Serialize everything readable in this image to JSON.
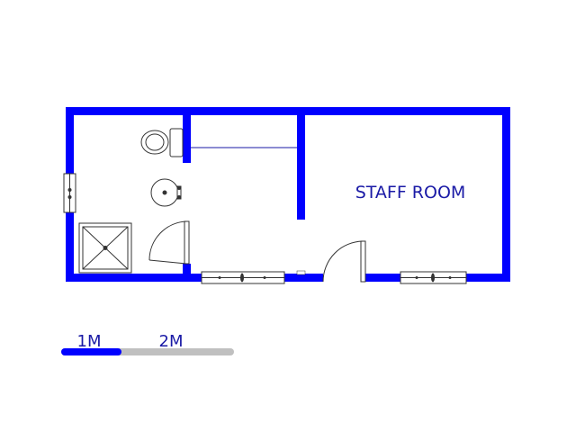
{
  "plan": {
    "rooms": [
      {
        "label": "STAFF ROOM"
      }
    ],
    "colors": {
      "wall": "#0000ff",
      "fixture_line": "#333333",
      "scale_primary": "#0000ff",
      "scale_secondary": "#c0c0c0",
      "text": "#1a1aa6"
    }
  },
  "scale_bar": {
    "label_1": "1M",
    "label_2": "2M"
  }
}
